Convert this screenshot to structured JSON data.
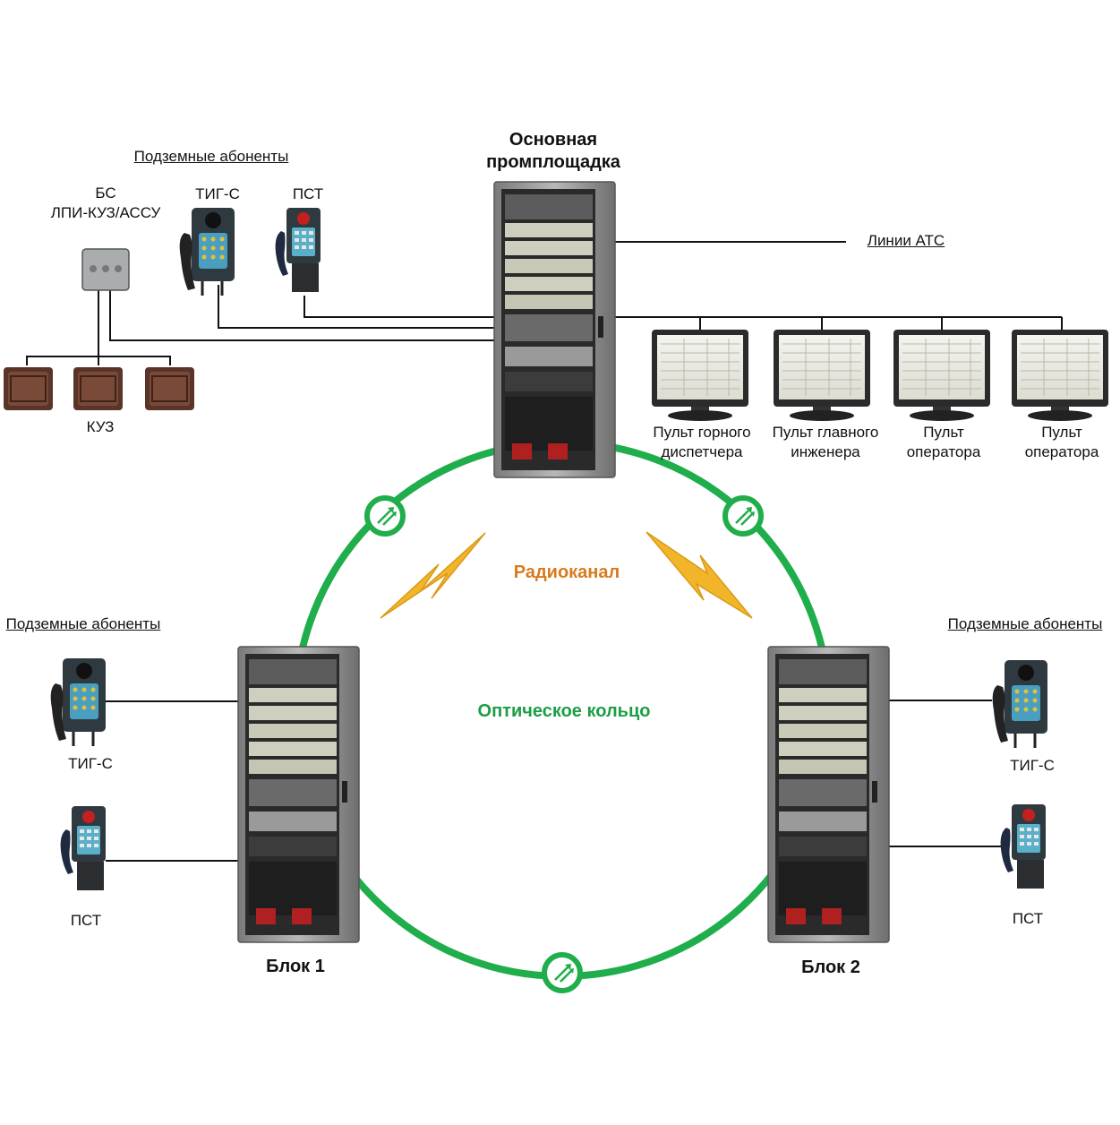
{
  "main": {
    "title_line1": "Основная",
    "title_line2": "промплощадка",
    "atc_label": "Линии АТС",
    "radio_label": "Радиоканал",
    "optic_label": "Оптическое кольцо",
    "block1_label": "Блок 1",
    "block2_label": "Блок 2"
  },
  "top_left": {
    "header": "Подземные абоненты",
    "bs_line1": "БС",
    "bs_line2": "ЛПИ-КУЗ/АССУ",
    "tig_label": "ТИГ-С",
    "pst_label": "ПСТ",
    "kuz_label": "КУЗ"
  },
  "consoles": [
    {
      "line1": "Пульт горного",
      "line2": "диспетчера"
    },
    {
      "line1": "Пульт главного",
      "line2": "инженера"
    },
    {
      "line1": "Пульт",
      "line2": "оператора"
    },
    {
      "line1": "Пульт",
      "line2": "оператора"
    }
  ],
  "left_group": {
    "header": "Подземные абоненты",
    "tig_label": "ТИГ-С",
    "pst_label": "ПСТ"
  },
  "right_group": {
    "header": "Подземные абоненты",
    "tig_label": "ТИГ-С",
    "pst_label": "ПСТ"
  },
  "colors": {
    "ring": "#1fae4b",
    "radio_text": "#d97a1e",
    "optic_text": "#1b9e44",
    "lightning": "#f2b52a",
    "cabinet": "#8c8c8c"
  },
  "icons": [
    "server-rack-icon",
    "monitor-icon",
    "phone-tig-icon",
    "phone-pst-icon",
    "base-station-icon",
    "kuz-box-icon",
    "lightning-icon",
    "antenna-node-icon"
  ]
}
